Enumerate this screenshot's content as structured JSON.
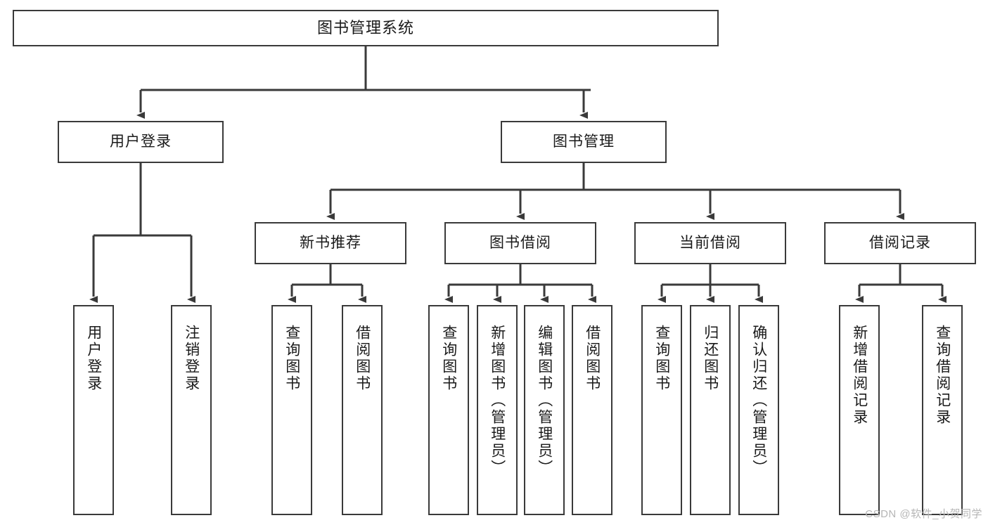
{
  "diagram": {
    "title": "图书管理系统",
    "type": "function-structure-tree",
    "colors": {
      "border": "#3a3a3a",
      "text": "#1a1a1a",
      "background": "#ffffff",
      "edge": "#3a3a3a",
      "watermark": "#b6b6b6"
    },
    "root": {
      "label": "图书管理系统"
    },
    "level2": [
      {
        "label": "用户登录"
      },
      {
        "label": "图书管理"
      }
    ],
    "level3": [
      {
        "label": "新书推荐"
      },
      {
        "label": "图书借阅"
      },
      {
        "label": "当前借阅"
      },
      {
        "label": "借阅记录"
      }
    ],
    "leaves": {
      "user_login": [
        {
          "label": "用户登录"
        },
        {
          "label": "注销登录"
        }
      ],
      "new_book_recommend": [
        {
          "label": "查询图书"
        },
        {
          "label": "借阅图书"
        }
      ],
      "book_borrow": [
        {
          "label": "查询图书"
        },
        {
          "label": "新增图书（管理员）"
        },
        {
          "label": "编辑图书（管理员）"
        },
        {
          "label": "借阅图书"
        }
      ],
      "current_borrow": [
        {
          "label": "查询图书"
        },
        {
          "label": "归还图书"
        },
        {
          "label": "确认归还（管理员）"
        }
      ],
      "borrow_record": [
        {
          "label": "新增借阅记录"
        },
        {
          "label": "查询借阅记录"
        }
      ]
    },
    "watermark": "CSDN @软件_小贺同学"
  }
}
